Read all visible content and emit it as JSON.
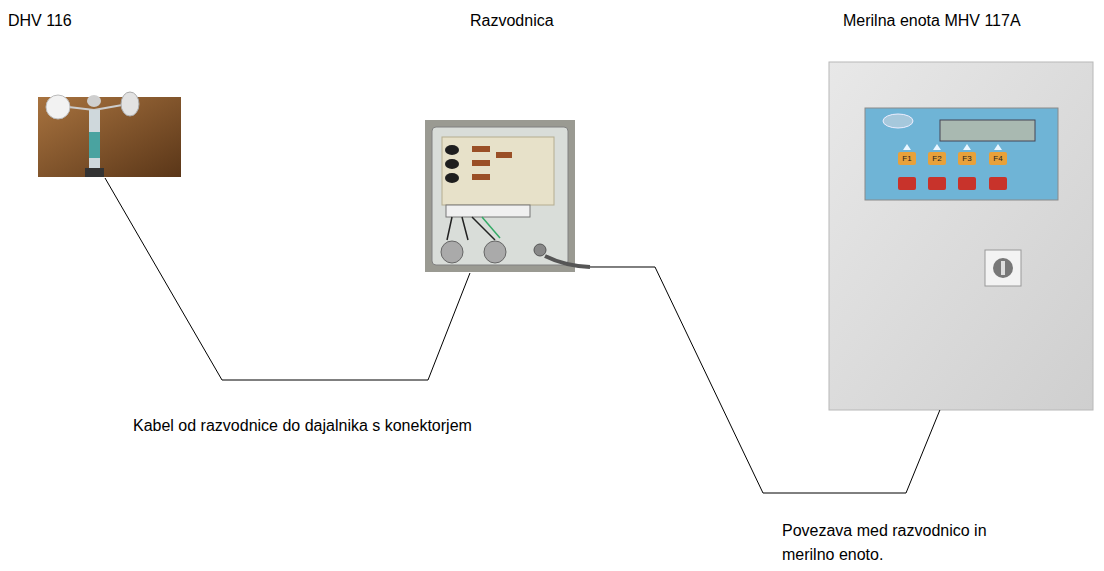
{
  "diagram": {
    "nodes": [
      {
        "text": [
          "DHV 116"
        ]
      },
      {
        "text": [
          "Razvodnica"
        ]
      },
      {
        "text": [
          "Merilna enota MHV 117A"
        ]
      }
    ],
    "edges": [
      {
        "from": 0,
        "to": 1,
        "arrow": "none",
        "label": "Kabel od razvodnice do dajalnika s konektorjem"
      },
      {
        "from": 1,
        "to": 2,
        "arrow": "none",
        "label": "Povezava med razvodnico in merilno enoto."
      }
    ],
    "labels": [
      "F1",
      "F2",
      "F3",
      "F4"
    ]
  }
}
